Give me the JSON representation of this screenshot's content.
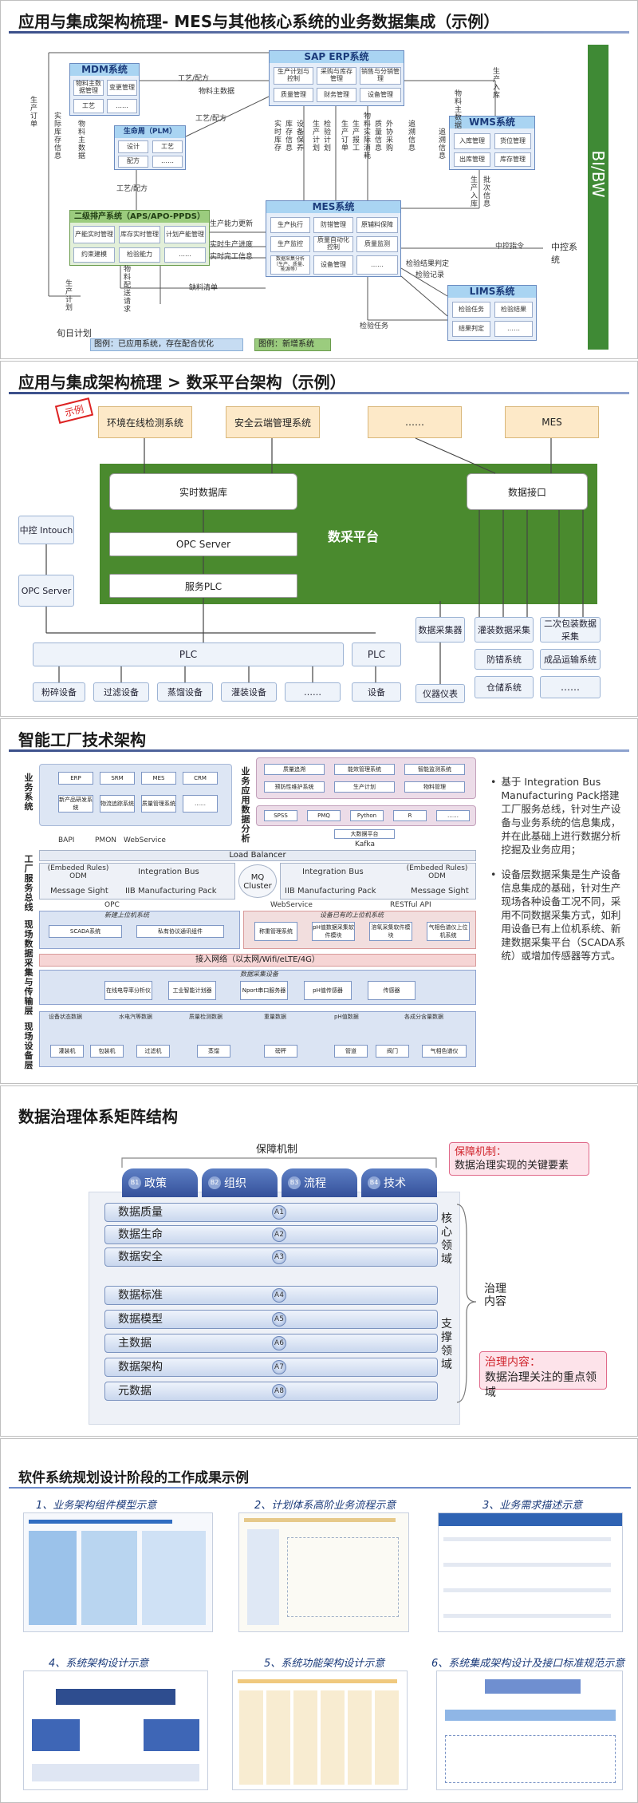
{
  "slide1": {
    "title": "应用与集成架构梳理- MES与其他核心系统的业务数据集成（示例）",
    "bi": "BI/BW",
    "mdm": {
      "name": "MDM系统",
      "cells": [
        "物料主数据管理",
        "变更管理",
        "工艺",
        "……"
      ]
    },
    "sap": {
      "name": "SAP ERP系统",
      "cells": [
        "生产计划与控制",
        "采购与库存管理",
        "销售与分销管理",
        "质量管理",
        "财务管理",
        "设备管理"
      ]
    },
    "plm": {
      "name": "生命周（PLM）",
      "cells": [
        "设计",
        "工艺",
        "配方",
        "……"
      ]
    },
    "aps": {
      "name": "二级排产系统（APS/APO-PPDS）",
      "cells": [
        "产能实时管理",
        "库存实时管理",
        "计划产能管理",
        "约束建模",
        "检验能力",
        "……"
      ]
    },
    "mes": {
      "name": "MES系统",
      "cells": [
        "生产执行",
        "防错管理",
        "原辅料保障",
        "生产监控",
        "质量自动化控制",
        "质量监测",
        "数据采集分析（生产、质量、能源等）",
        "设备管理",
        "……"
      ]
    },
    "wms": {
      "name": "WMS系统",
      "cells": [
        "入库管理",
        "货位管理",
        "出库管理",
        "库存管理"
      ]
    },
    "lims": {
      "name": "LIMS系统",
      "cells": [
        "检验任务",
        "检验结果",
        "结果判定",
        "……"
      ]
    },
    "zk": "中控系统",
    "labels": {
      "production_order": "生产订单",
      "realtime_stock": "实际库存信息",
      "material_master": "物料主数据",
      "process_recipe1": "工艺/配方",
      "material_master2": "物料主数据",
      "process_recipe2": "工艺/配方",
      "process_recipe3": "工艺/配方",
      "production_inbound": "生产入库",
      "material_master3": "物料主数据",
      "capacity_update": "生产能力更新",
      "realtime_progress": "实时生产进度",
      "realtime_complete": "实时完工信息",
      "material_shortage": "缺料清单",
      "control_cmd": "中控指令",
      "insp_result": "检验结果判定",
      "insp_record": "检验记录",
      "insp_task": "检验任务",
      "material_delivery": "物料配送请求",
      "prod_plan": "生产计划",
      "daily_plan": "旬日计划",
      "material_master4": "物料主数据",
      "trace_info": "追溯信息",
      "v_labels": [
        "实时库存",
        "库存信息",
        "设备保养",
        "生产计划",
        "检验计划",
        "生产订单",
        "生产报工",
        "物料实际消耗",
        "质量信息",
        "外协采购",
        "追溯信息",
        "生产入库",
        "批次信息"
      ]
    },
    "legend": {
      "existing": "图例：已应用系统，存在配合优化",
      "new": "图例：新增系统"
    }
  },
  "slide2": {
    "title": "应用与集成架构梳理 > 数采平台架构（示例）",
    "stamp": "示例",
    "top_systems": [
      "环境在线检测系统",
      "安全云端管理系统",
      "……",
      "MES"
    ],
    "platform": "数采平台",
    "realtime_db": "实时数据库",
    "data_interface": "数据接口",
    "opc_server": "OPC Server",
    "service_plc": "服务PLC",
    "zk_intouch": "中控 Intouch",
    "opc_server_left": "OPC Server",
    "plc1": "PLC",
    "plc2": "PLC",
    "collector": "数据采集器",
    "filling_collect": "灌装数据采集",
    "secondary_collect": "二次包装数据采集",
    "anti_error": "防错系统",
    "finished_goods": "成品运输系统",
    "warehouse": "仓储系统",
    "more_right": "……",
    "devices": [
      "粉碎设备",
      "过滤设备",
      "蒸馏设备",
      "灌装设备",
      "……",
      "设备",
      "仪器仪表"
    ]
  },
  "slide3": {
    "title": "智能工厂技术架构",
    "layer_business": "业务系统",
    "layer_appdata": "业务应用数据分析",
    "layer_factory_bus": "工厂服务总线",
    "layer_field": "现场数据采集与传输层",
    "layer_device": "现场设备层",
    "biz_row1": [
      "ERP",
      "SRM",
      "MES",
      "CRM"
    ],
    "biz_row2": [
      "新产品研发系统",
      "物流追踪系统",
      "质量管理系统",
      "……"
    ],
    "app_row1": [
      "质量追溯",
      "能效管理系统",
      "智能监测系统"
    ],
    "app_row2": [
      "预防性维护系统",
      "生产计划",
      "物料管理"
    ],
    "tools": [
      "SPSS",
      "PMQ",
      "Python",
      "R",
      "……"
    ],
    "bigdata": "大数据平台",
    "kafka": "Kafka",
    "bapi": "BAPI",
    "pmon": "PMON",
    "webservice": "WebService",
    "load_balancer": "Load Balancer",
    "odm1": "(Embeded Rules) ODM",
    "ib1": "Integration Bus",
    "ms1": "Message Sight",
    "iib1": "IIB Manufacturing Pack",
    "mq": "MQ Cluster",
    "odm2": "(Embeded Rules) ODM",
    "ib2": "Integration Bus",
    "ms2": "Message Sight",
    "iib2": "IIB Manufacturing Pack",
    "opc": "OPC",
    "webservice2": "WebService",
    "restful": "RESTful API",
    "new_upper": "新建上位机系统",
    "exist_upper": "设备已有的上位机系统",
    "scada": "SCADA系统",
    "private_proto": "私有协议通讯组件",
    "exist_items": [
      "称重管理系统",
      "pH值数据采集软件模块",
      "溶氧采集软件模块",
      "气相色谱仪上位机系统"
    ],
    "access_net": "接入网络（以太网/Wifi/eLTE/4G）",
    "collect_dev": "数据采集设备",
    "collect_items": [
      "在线电导率分析仪",
      "工业智能计划器",
      "Nport串口服务器",
      "pH值传感器",
      "传感器"
    ],
    "device_groups": [
      "设备状态数据",
      "水电汽等数据",
      "质量检测数据",
      "重量数据",
      "pH值数据",
      "各成分含量数据"
    ],
    "device_items": [
      "灌装机",
      "包装机",
      "过滤机",
      "蒸馏",
      "磅秤",
      "管道",
      "阀门",
      "气相色谱仪"
    ],
    "bullets": [
      "基于 Integration Bus Manufacturing Pack搭建工厂服务总线，针对生产设备与业务系统的信息集成，并在此基础上进行数据分析挖掘及业务应用；",
      "设备层数据采集是生产设备信息集成的基础，针对生产现场各种设备工况不同，采用不同数据采集方式，如利用设备已有上位机系统、新建数据采集平台（SCADA系统）或增加传感器等方式。"
    ]
  },
  "slide4": {
    "title": "数据治理体系矩阵结构",
    "guarantee": "保障机制",
    "guarantee_note_title": "保障机制：",
    "guarantee_note": "数据治理实现的关键要素",
    "dimensions": [
      {
        "num": "B1",
        "name": "政策"
      },
      {
        "num": "B2",
        "name": "组织"
      },
      {
        "num": "B3",
        "name": "流程"
      },
      {
        "num": "B4",
        "name": "技术"
      }
    ],
    "core_rows": [
      {
        "name": "数据质量",
        "num": "A1"
      },
      {
        "name": "数据生命",
        "num": "A2"
      },
      {
        "name": "数据安全",
        "num": "A3"
      }
    ],
    "support_rows": [
      {
        "name": "数据标准",
        "num": "A4"
      },
      {
        "name": "数据模型",
        "num": "A5"
      },
      {
        "name": "主数据",
        "num": "A6"
      },
      {
        "name": "数据架构",
        "num": "A7"
      },
      {
        "name": "元数据",
        "num": "A8"
      }
    ],
    "core_domain": "核心领域",
    "support_domain": "支撑领域",
    "governance_content": "治理内容",
    "content_note_title": "治理内容：",
    "content_note": "数据治理关注的重点领域"
  },
  "slide5": {
    "title": "软件系统规划设计阶段的工作成果示例",
    "thumbs": [
      "1、业务架构组件模型示意",
      "2、计划体系高阶业务流程示意",
      "3、业务需求描述示意",
      "4、系统架构设计示意",
      "5、系统功能架构设计示意",
      "6、系统集成架构设计及接口标准规范示意"
    ]
  },
  "colors": {
    "green": "#4a8a2e",
    "bi_green": "#3f8a35",
    "nav_blue": "#3c5aa6"
  }
}
